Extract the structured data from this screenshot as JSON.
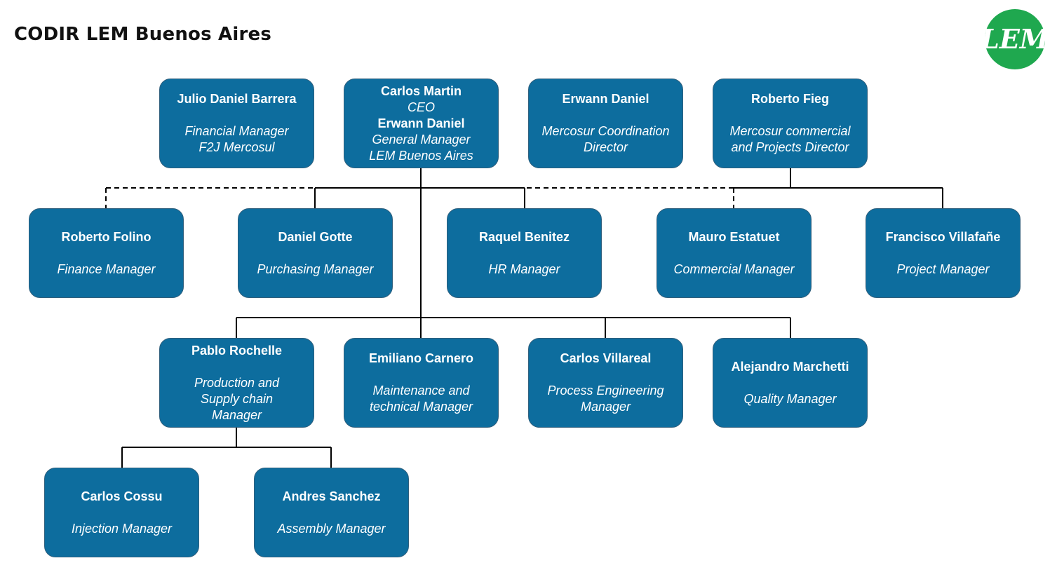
{
  "page": {
    "title": "CODIR LEM Buenos Aires"
  },
  "logo": {
    "icon": "lem-logo",
    "text": "LEM",
    "color": "#1fa84f"
  },
  "colors": {
    "box_fill": "#0d6d9e",
    "box_border": "#2f5f7d",
    "box_text": "#ffffff",
    "connector": "#000000"
  },
  "nodes": {
    "julio_barrera": {
      "name": "Julio Daniel Barrera",
      "role_line1": "Financial Manager",
      "role_line2": "F2J Mercosul"
    },
    "carlos_martin": {
      "name1": "Carlos Martin",
      "role1": "CEO",
      "name2": "Erwann Daniel",
      "role2_line1": "General Manager",
      "role2_line2": "LEM Buenos Aires"
    },
    "erwann_daniel": {
      "name": "Erwann Daniel",
      "role_line1": "Mercosur Coordination",
      "role_line2": "Director"
    },
    "roberto_fieg": {
      "name": "Roberto Fieg",
      "role_line1": "Mercosur commercial",
      "role_line2": "and Projects Director"
    },
    "roberto_folino": {
      "name": "Roberto Folino",
      "role": "Finance Manager"
    },
    "daniel_gotte": {
      "name": "Daniel Gotte",
      "role": "Purchasing Manager"
    },
    "raquel_benitez": {
      "name": "Raquel Benitez",
      "role": "HR Manager"
    },
    "mauro_estatuet": {
      "name": "Mauro Estatuet",
      "role": "Commercial Manager"
    },
    "francisco_villafane": {
      "name": "Francisco Villafañe",
      "role": "Project Manager"
    },
    "pablo_rochelle": {
      "name": "Pablo Rochelle",
      "role_line1": "Production and",
      "role_line2": "Supply chain",
      "role_line3": "Manager"
    },
    "emiliano_carnero": {
      "name": "Emiliano Carnero",
      "role_line1": "Maintenance and",
      "role_line2": "technical Manager"
    },
    "carlos_villareal": {
      "name": "Carlos Villareal",
      "role_line1": "Process Engineering",
      "role_line2": "Manager"
    },
    "alejandro_marchetti": {
      "name": "Alejandro Marchetti",
      "role": "Quality Manager"
    },
    "carlos_cossu": {
      "name": "Carlos Cossu",
      "role": "Injection Manager"
    },
    "andres_sanchez": {
      "name": "Andres Sanchez",
      "role": "Assembly Manager"
    }
  }
}
